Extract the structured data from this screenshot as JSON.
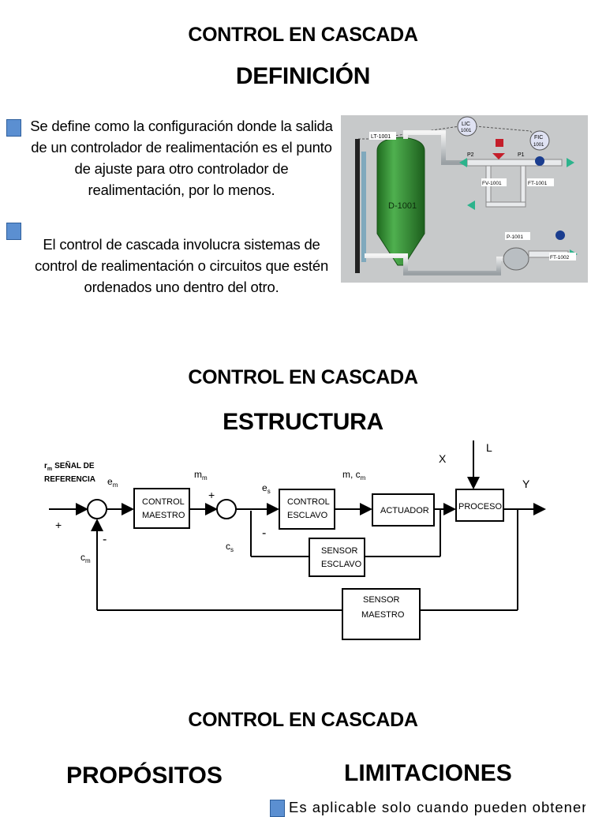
{
  "slide1": {
    "title": "CONTROL EN CASCADA",
    "subtitle": "DEFINICIÓN",
    "bullets": [
      "Se define como la configuración donde la salida de un controlador de realimentación es el punto de ajuste para otro controlador de realimentación, por lo menos.",
      "El control de cascada involucra sistemas de control de realimentación o circuitos que estén ordenados uno dentro del otro."
    ],
    "plant": {
      "lt": "LT-1001",
      "lic_top": "LIC",
      "lic_bottom": "1001",
      "fic_top": "FIC",
      "fic_bottom": "1001",
      "p2": "P2",
      "p1": "P1",
      "fv": "FV-1001",
      "ft1": "FT-1001",
      "tank": "D-1001",
      "pump": "P-1001",
      "ft2": "FT-1002"
    }
  },
  "slide2": {
    "title": "CONTROL EN CASCADA",
    "subtitle": "ESTRUCTURA",
    "diagram": {
      "ref_line1": "r",
      "ref_sub": "m",
      "ref_line1b": "SEÑAL DE",
      "ref_line2": "REFERENCIA",
      "em": "e",
      "em_sub": "m",
      "plus1": "+",
      "minus1": "-",
      "cm": "c",
      "cm_sub": "m",
      "mm": "m",
      "mm_sub": "m",
      "plus2": "+",
      "minus2": "-",
      "es": "e",
      "es_sub": "s",
      "cs": "c",
      "cs_sub": "s",
      "ms": "m, c",
      "ms_sub": "m",
      "x": "X",
      "l": "L",
      "y": "Y",
      "master_ctrl_1": "CONTROL",
      "master_ctrl_2": "MAESTRO",
      "slave_ctrl_1": "CONTROL",
      "slave_ctrl_2": "ESCLAVO",
      "actuator": "ACTUADOR",
      "process": "PROCESO",
      "slave_sensor_1": "SENSOR",
      "slave_sensor_2": "ESCLAVO",
      "master_sensor_1": "SENSOR",
      "master_sensor_2": "MAESTRO"
    }
  },
  "slide3": {
    "title": "CONTROL EN CASCADA",
    "left_heading": "PROPÓSITOS",
    "right_heading": "LIMITACIONES",
    "right_bullet": "Es aplicable solo cuando pueden obtenerse"
  },
  "colors": {
    "bullet": "#5b8fd1",
    "tank": "#2e8b2e",
    "photo_bg": "#c7c9ca"
  }
}
